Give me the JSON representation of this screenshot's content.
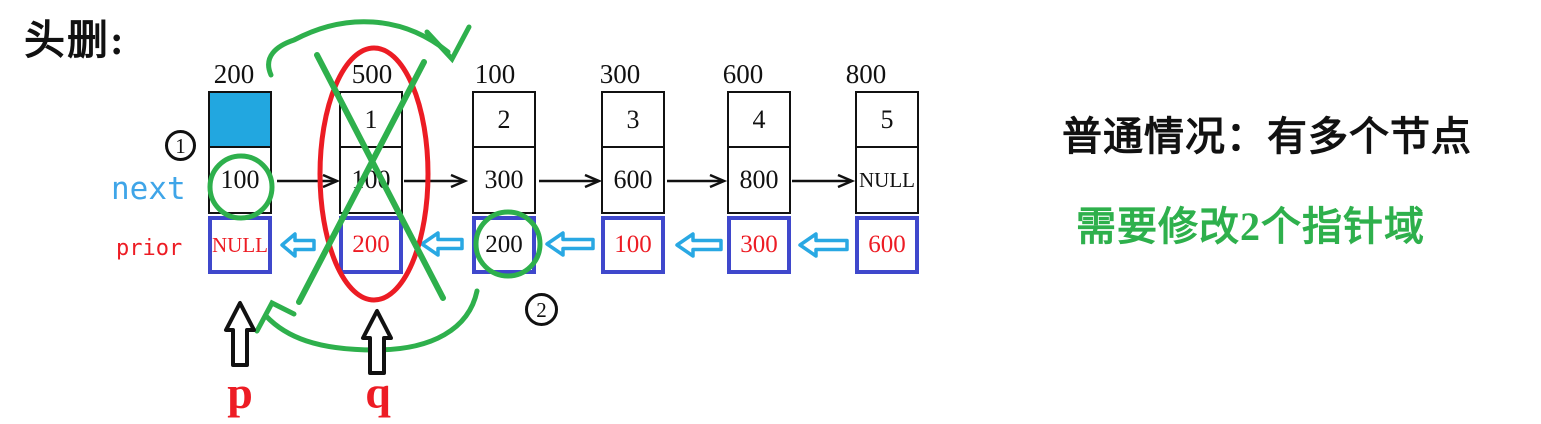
{
  "title": "头删:",
  "pointer_labels": {
    "next": "next",
    "prior": "prior"
  },
  "pointer_vars": {
    "p": "p",
    "q": "q"
  },
  "step_markers": {
    "step1": "1",
    "step2": "2"
  },
  "nodes": [
    {
      "address": "200",
      "data": "",
      "next": "100",
      "prior": "NULL",
      "prior_color": "#ED1C24",
      "data_bg": "#22A7E0"
    },
    {
      "address": "500",
      "data": "1",
      "next": "100",
      "prior": "200",
      "prior_color": "#ED1C24",
      "data_bg": "#FFFFFF"
    },
    {
      "address": "100",
      "data": "2",
      "next": "300",
      "prior": "200",
      "prior_color": "#111111",
      "data_bg": "#FFFFFF"
    },
    {
      "address": "300",
      "data": "3",
      "next": "600",
      "prior": "100",
      "prior_color": "#ED1C24",
      "data_bg": "#FFFFFF"
    },
    {
      "address": "600",
      "data": "4",
      "next": "800",
      "prior": "300",
      "prior_color": "#ED1C24",
      "data_bg": "#FFFFFF"
    },
    {
      "address": "800",
      "data": "5",
      "next": "NULL",
      "prior": "600",
      "prior_color": "#ED1C24",
      "data_bg": "#FFFFFF"
    }
  ],
  "notes": {
    "case_title": "普通情况：有多个节点",
    "case_detail": "需要修改2个指针域"
  },
  "colors": {
    "head_cell_fill": "#22A7E0",
    "next_label_blue": "#3FA5E8",
    "prior_label_red": "#ED1C24",
    "prior_border_blue": "#3F48CC",
    "back_arrow_cyan": "#29A8E3",
    "annotation_green": "#2EB04C",
    "annotation_red": "#EC1C24",
    "pq_red": "#ED1C24",
    "note_green": "#2EB04C"
  }
}
